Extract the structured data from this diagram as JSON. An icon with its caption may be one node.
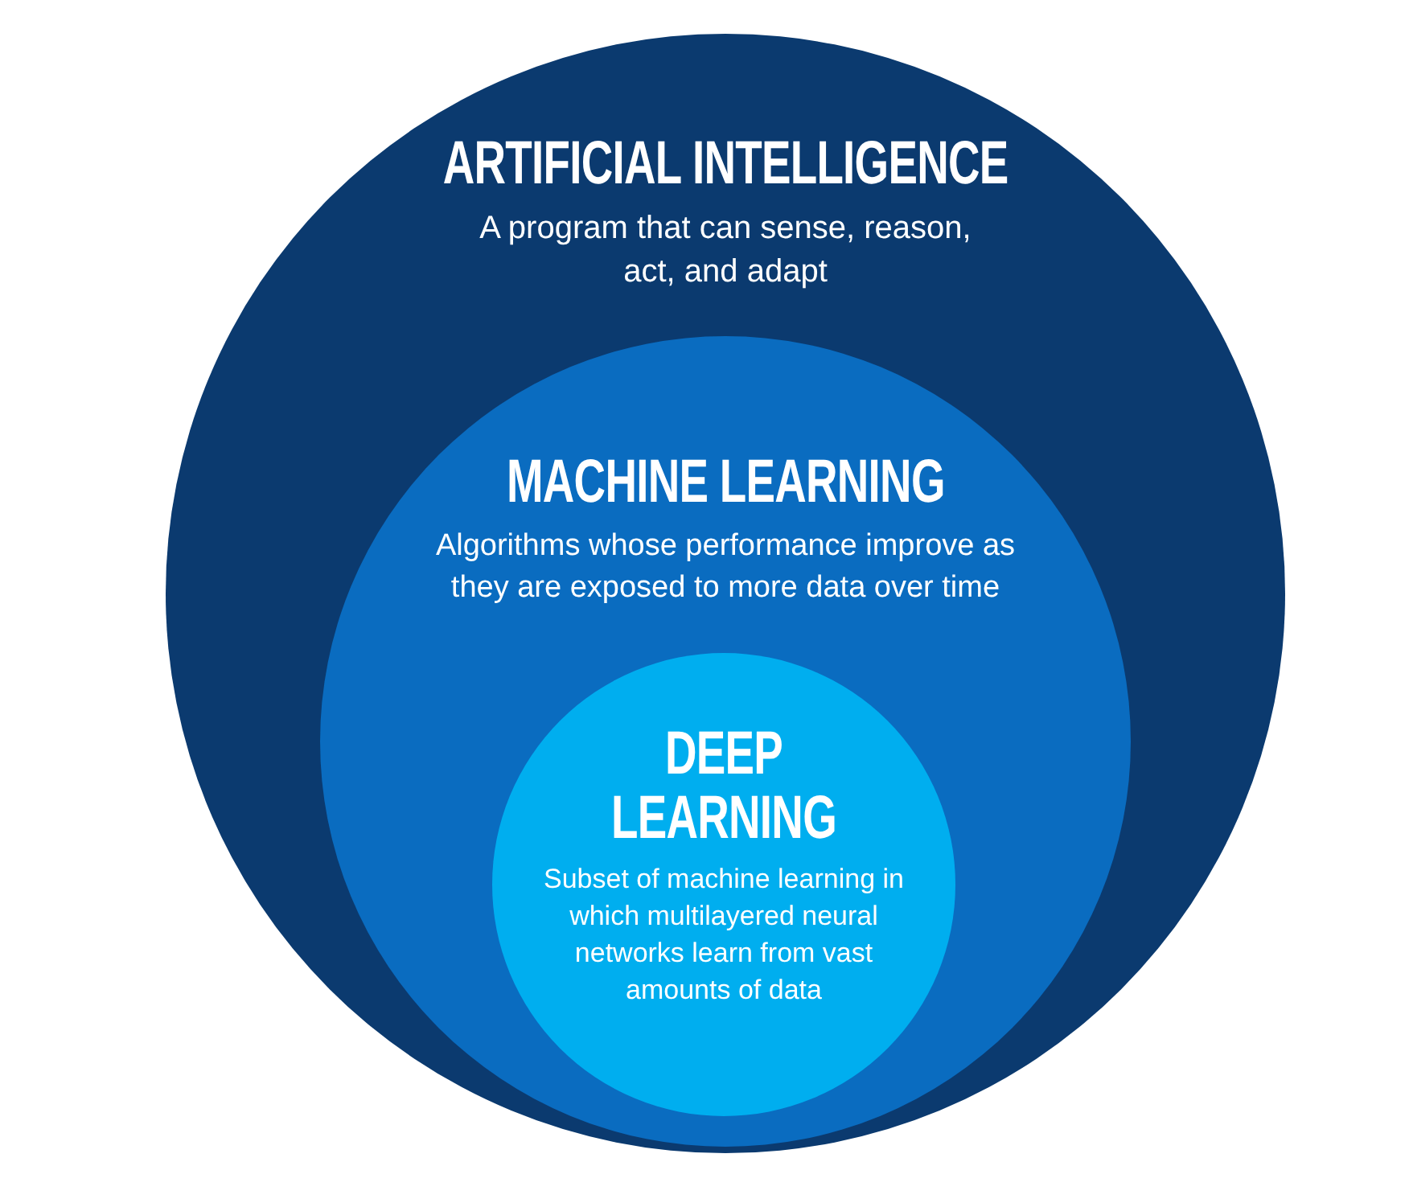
{
  "diagram": {
    "nodes": [
      {
        "text": [
          "ARTIFICIAL INTELLIGENCE",
          "A program that can sense, reason, act, and adapt"
        ]
      },
      {
        "text": [
          "MACHINE LEARNING",
          "Algorithms whose performance improve as they are exposed to more data over time"
        ],
        "in": 0
      },
      {
        "text": [
          "DEEP LEARNING",
          "Subset of machine learning in which multilayered neural networks learn from vast amounts of data"
        ],
        "in": 1
      }
    ]
  }
}
